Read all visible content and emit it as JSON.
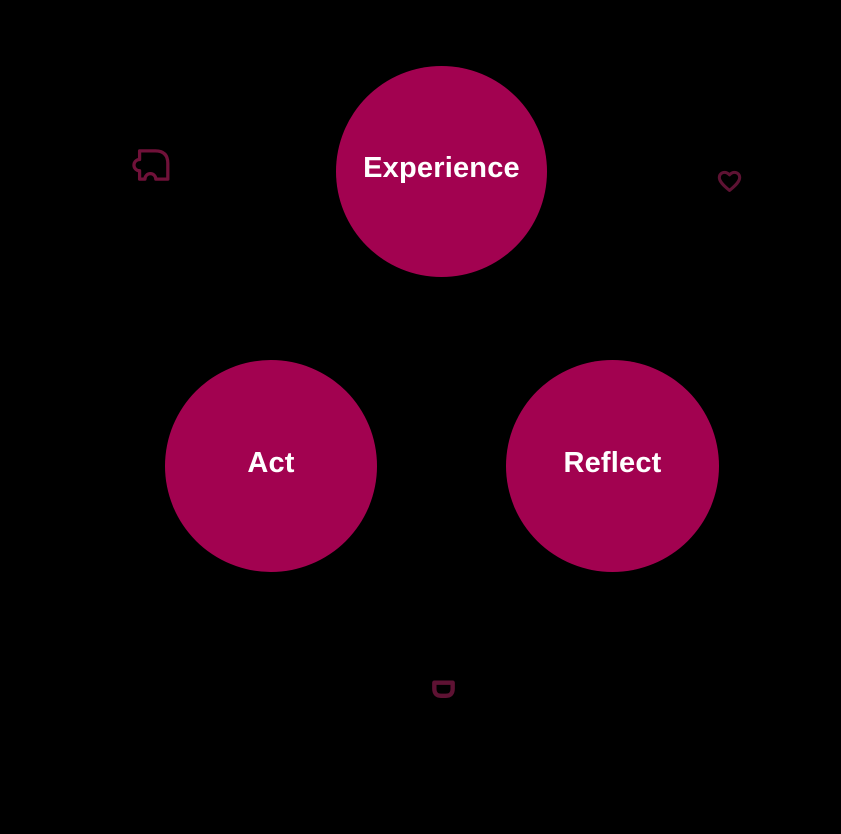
{
  "page": {
    "background_color": "#000000"
  },
  "diagram": {
    "type": "cycle",
    "node_fill_color": "#A20250",
    "node_text_color": "#FFFFFF",
    "nodes": [
      {
        "id": "experience",
        "label": "Experience"
      },
      {
        "id": "act",
        "label": "Act"
      },
      {
        "id": "reflect",
        "label": "Reflect"
      }
    ],
    "icons": [
      {
        "name": "puzzle-icon",
        "color": "#701139"
      },
      {
        "name": "heart-icon",
        "color": "#5E1233"
      },
      {
        "name": "lightbulb-base-icon",
        "color": "#5E1233"
      }
    ]
  }
}
